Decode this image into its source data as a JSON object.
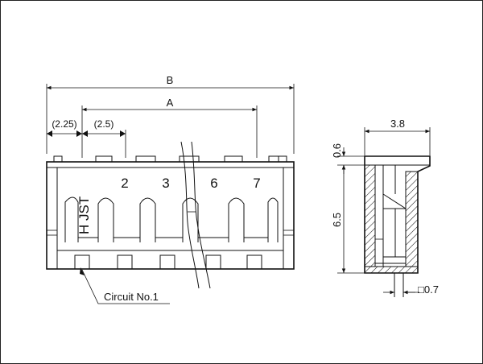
{
  "front_view": {
    "dimension_B": "B",
    "dimension_A": "A",
    "dimension_pitch_edge": "(2.25)",
    "dimension_pitch": "(2.5)",
    "brand_mark": "H JST",
    "pin_numbers": [
      "2",
      "3",
      "6",
      "7"
    ],
    "circuit_label": "Circuit No.1"
  },
  "side_view": {
    "width": "3.8",
    "top_step": "0.6",
    "height": "6.5",
    "pin_square": "□0.7"
  }
}
